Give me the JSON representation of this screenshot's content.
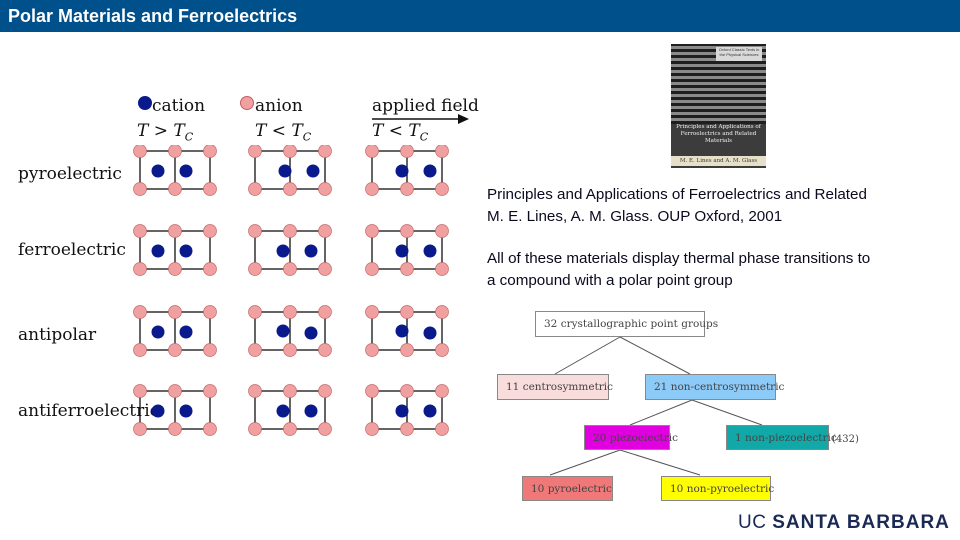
{
  "header": {
    "title": "Polar Materials and Ferroelectrics"
  },
  "legend": {
    "cation": "cation",
    "anion": "anion",
    "applied_field": "applied field"
  },
  "conditions": {
    "c1": {
      "lhs": "T",
      "op": " > ",
      "rhs": "T",
      "sub": "C"
    },
    "c2": {
      "lhs": "T",
      "op": " < ",
      "rhs": "T",
      "sub": "C"
    },
    "c3": {
      "lhs": "T",
      "op": " < ",
      "rhs": "T",
      "sub": "C"
    }
  },
  "rows": [
    "pyroelectric",
    "ferroelectric",
    "antipolar",
    "antiferroelectric"
  ],
  "colors": {
    "cation": "#0a1a8c",
    "anion": "#f0a0a0",
    "header": "#00508c",
    "line": "#111111"
  },
  "book": {
    "top_label": "Oxford Classic Texts in the Physical Sciences",
    "cover_title": "Principles and Applications of Ferroelectrics and Related Materials",
    "cover_authors": "M. E. Lines and A. M. Glass"
  },
  "reference": {
    "line1": "Principles and Applications of Ferroelectrics and Related",
    "line2": "M. E. Lines, A. M. Glass. OUP Oxford, 2001",
    "line3": "All of these materials display thermal phase transitions to",
    "line4": "a compound with a polar point group"
  },
  "tree": {
    "root": "32 crystallographic point groups",
    "centro": "11 centrosymmetric",
    "noncentro": "21 non-centrosymmetric",
    "piezo": "20 piezoelectric",
    "nonpiezo": "1 non-piezoelectric",
    "nonpiezo_note": "(432)",
    "pyro": "10 pyroelectric",
    "nonpyro": "10 non-pyroelectric",
    "colors": {
      "root": "#ffffff",
      "centro": "#f9dcdc",
      "noncentro": "#8ccaf8",
      "piezo": "#e000e0",
      "nonpiezo": "#13a8a8",
      "pyro": "#f07878",
      "nonpyro": "#ffff00"
    }
  },
  "logo": {
    "uc": "UC",
    "campus": "SANTA BARBARA"
  }
}
